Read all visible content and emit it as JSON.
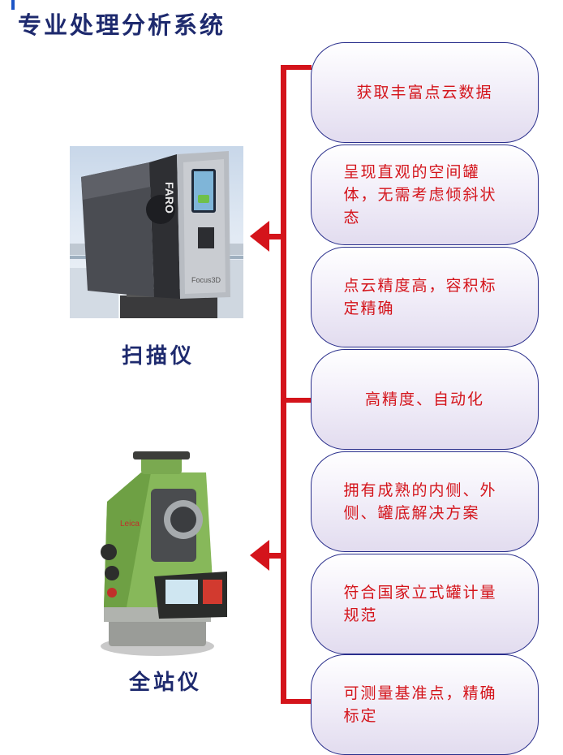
{
  "page": {
    "title": "专业处理分析系统"
  },
  "devices": [
    {
      "label": "扫描仪",
      "icon": "laser-scanner-photo",
      "brand": "FARO",
      "model": "Focus3D"
    },
    {
      "label": "全站仪",
      "icon": "total-station-photo",
      "brand": "Leica"
    }
  ],
  "features": [
    {
      "text": "获取丰富点云数据"
    },
    {
      "text": "呈现直观的空间罐体，无需考虑倾斜状态"
    },
    {
      "text": "点云精度高，容积标定精确"
    },
    {
      "text": "高精度、自动化"
    },
    {
      "text": "拥有成熟的内侧、外侧、罐底解决方案"
    },
    {
      "text": "符合国家立式罐计量规范"
    },
    {
      "text": "可测量基准点，精确标定"
    }
  ],
  "colors": {
    "title": "#1e2a6e",
    "feature_text": "#d4141b",
    "connector": "#d4141b",
    "box_border": "#2a2f8c",
    "accent": "#1d55c6"
  }
}
